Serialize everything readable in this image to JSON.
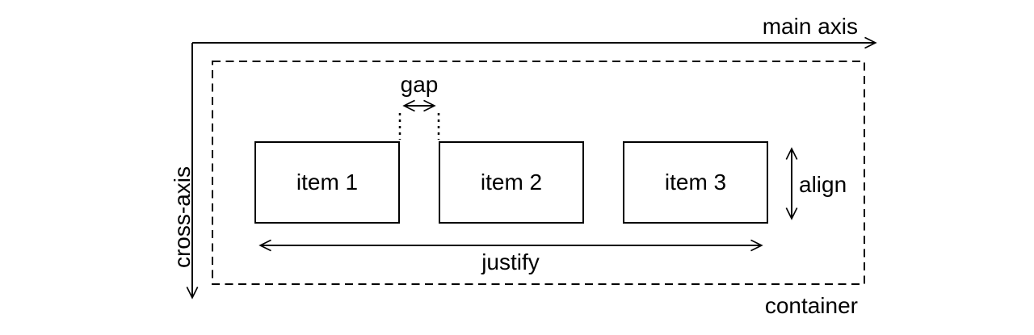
{
  "diagram": {
    "title_hint": "flexbox container axes diagram",
    "labels": {
      "main_axis": "main axis",
      "cross_axis": "cross-axis",
      "gap": "gap",
      "align": "align",
      "justify": "justify",
      "container": "container"
    },
    "items": [
      {
        "label": "item 1"
      },
      {
        "label": "item 2"
      },
      {
        "label": "item 3"
      }
    ],
    "colors": {
      "ink": "#000000",
      "background": "#ffffff"
    }
  }
}
